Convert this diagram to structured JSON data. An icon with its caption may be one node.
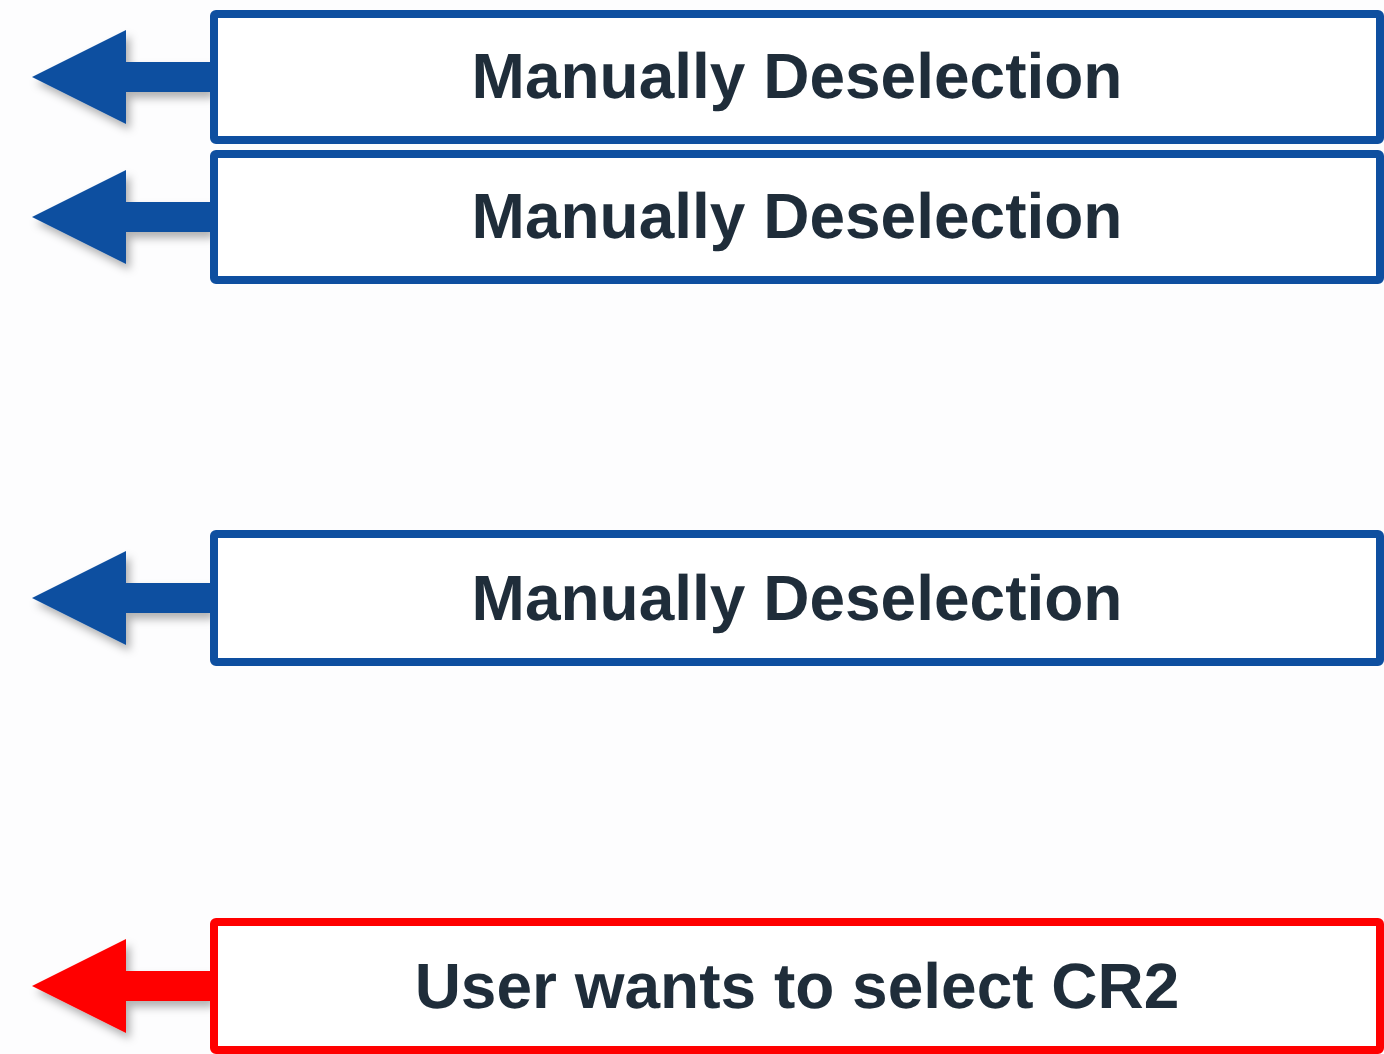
{
  "diagram": {
    "nodes": [
      {
        "text": [
          "Manually Deselection"
        ]
      },
      {
        "text": [
          "Manually Deselection"
        ]
      },
      {
        "text": [
          "Manually Deselection"
        ]
      },
      {
        "text": [
          "User wants to select CR2"
        ]
      }
    ],
    "edges": [
      {
        "from": 0,
        "to": null,
        "arrow": "to"
      },
      {
        "from": 1,
        "to": null,
        "arrow": "to"
      },
      {
        "from": 2,
        "to": null,
        "arrow": "to"
      },
      {
        "from": 3,
        "to": null,
        "arrow": "to",
        "color": "#ff0000"
      }
    ]
  }
}
